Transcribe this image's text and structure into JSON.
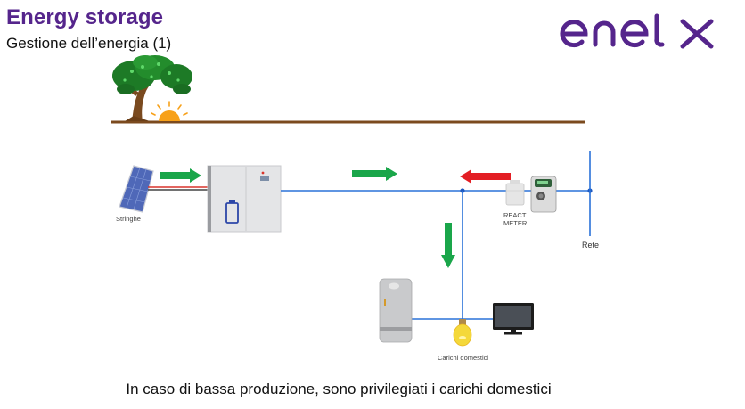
{
  "header": {
    "title": "Energy storage",
    "subtitle": "Gestione dell’energia (1)"
  },
  "logo": {
    "brand": "enel x",
    "color": "#55258c"
  },
  "diagram": {
    "labels": {
      "panels": "Stringhe",
      "meter_line1": "REACT",
      "meter_line2": "METER",
      "grid": "Rete",
      "loads": "Carichi domestici"
    },
    "flows": [
      {
        "id": "panels-to-inverter",
        "direction": "right",
        "color": "#1aa64a"
      },
      {
        "id": "inverter-to-line",
        "direction": "right",
        "color": "#1aa64a"
      },
      {
        "id": "grid-to-house",
        "direction": "left",
        "color": "#e31e24"
      },
      {
        "id": "line-to-loads",
        "direction": "down",
        "color": "#1aa64a"
      }
    ],
    "colors": {
      "wire": "#2a72d9",
      "ground": "#7b4a1e",
      "sun": "#f7a11a"
    }
  },
  "caption": "In caso di bassa produzione, sono privilegiati i carichi domestici"
}
